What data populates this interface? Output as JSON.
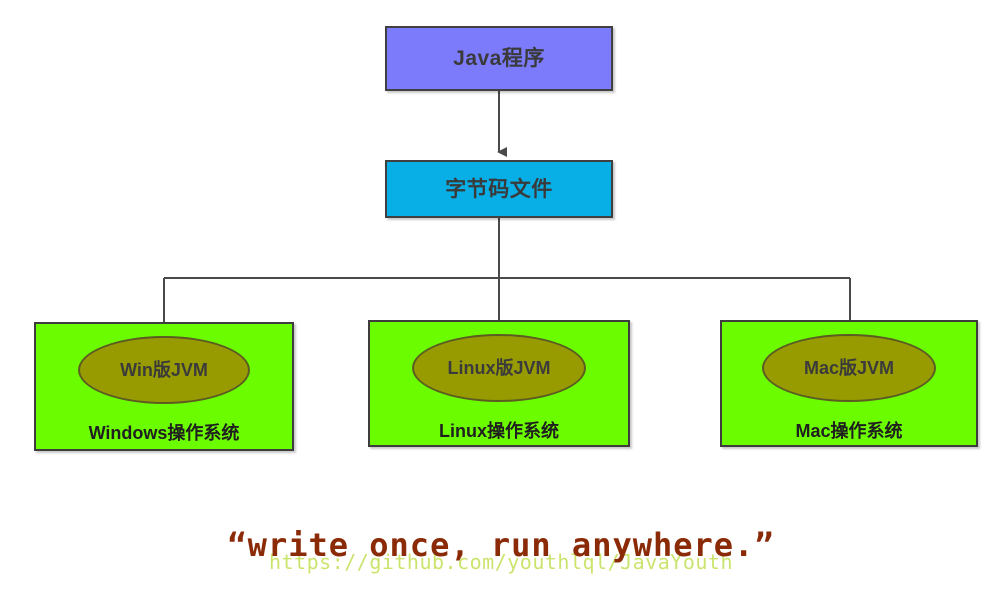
{
  "diagram": {
    "title_flow": "Java write once run anywhere",
    "nodes": {
      "java_program": {
        "label": "Java程序",
        "color": "#7B7BFB"
      },
      "bytecode_file": {
        "label": "字节码文件",
        "color": "#08AEE6"
      }
    },
    "platforms": [
      {
        "jvm_label": "Win版JVM",
        "os_label": "Windows操作系统",
        "box_color": "#6CFC00",
        "jvm_color": "#979B00"
      },
      {
        "jvm_label": "Linux版JVM",
        "os_label": "Linux操作系统",
        "box_color": "#6CFC00",
        "jvm_color": "#979B00"
      },
      {
        "jvm_label": "Mac版JVM",
        "os_label": "Mac操作系统",
        "box_color": "#6CFC00",
        "jvm_color": "#979B00"
      }
    ],
    "caption": {
      "quote": "“write once, run anywhere.”",
      "quote_color": "#8A2A06"
    },
    "watermark": {
      "text": "https://github.com/youthlql/JavaYouth",
      "color": "#c3e055"
    },
    "connector_color": "#4a4a4a"
  }
}
